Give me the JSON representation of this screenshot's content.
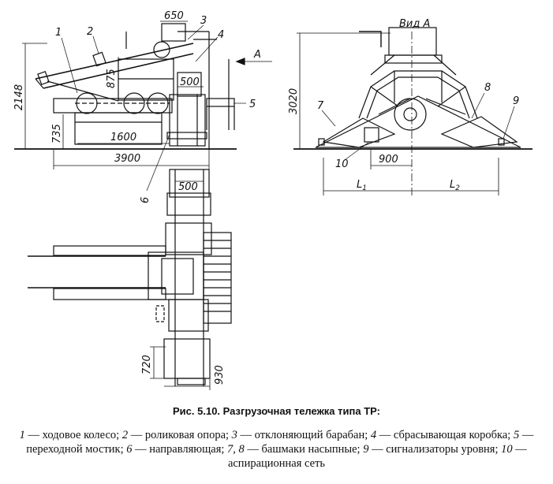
{
  "figure": {
    "view_label": "Вид А",
    "arrow_label": "А",
    "dims": {
      "d650": "650",
      "d875": "875",
      "d500": "500",
      "d2148": "2148",
      "d735": "735",
      "d1600": "1600",
      "d3900": "3900",
      "d3020": "3020",
      "d900": "900",
      "dL1": "L",
      "dL1sub": "1",
      "dL2": "L",
      "dL2sub": "2",
      "d500b": "500",
      "d720": "720",
      "d930": "930"
    },
    "parts": {
      "p1": "1",
      "p2": "2",
      "p3": "3",
      "p4": "4",
      "p5": "5",
      "p6": "6",
      "p7": "7",
      "p8": "8",
      "p9": "9",
      "p10": "10"
    }
  },
  "caption": {
    "title": "Рис. 5.10. Разгрузочная тележка типа ТР:",
    "legend": [
      {
        "num": "1",
        "text": " — ходовое колесо; "
      },
      {
        "num": "2",
        "text": " — роликовая опора; "
      },
      {
        "num": "3",
        "text": " — отклоняющий барабан; "
      },
      {
        "num": "4",
        "text": " — сбрасывающая коробка; "
      },
      {
        "num": "5",
        "text": " — переходной мостик; "
      },
      {
        "num": "6",
        "text": " — направляющая; "
      },
      {
        "num": "7, 8",
        "text": " — башмаки насыпные; "
      },
      {
        "num": "9",
        "text": " — сигнализаторы уровня; "
      },
      {
        "num": "10",
        "text": " — аспирационная сеть"
      }
    ]
  }
}
